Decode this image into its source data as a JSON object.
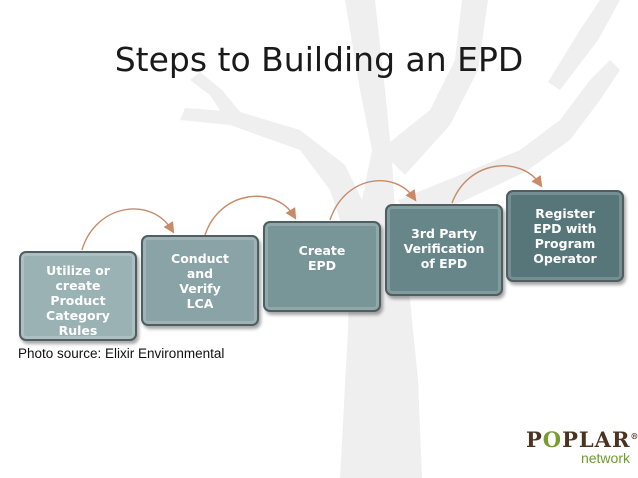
{
  "slide": {
    "title": "Steps to Building an EPD",
    "photo_source": "Photo source: Elixir Environmental"
  },
  "steps": [
    {
      "label": "Utilize or\ncreate\nProduct\nCategory\nRules"
    },
    {
      "label": "Conduct\nand\nVerify\nLCA"
    },
    {
      "label": "Create\nEPD"
    },
    {
      "label": "3rd Party\nVerification\nof EPD"
    },
    {
      "label": "Register\nEPD with\nProgram\nOperator"
    }
  ],
  "logo": {
    "letters_before": "P",
    "letter_o": "O",
    "letters_after": "PLAR",
    "registered": "®",
    "sub": "network"
  },
  "colors": {
    "arrow": "#c98a68",
    "tree": "#eeefee"
  }
}
